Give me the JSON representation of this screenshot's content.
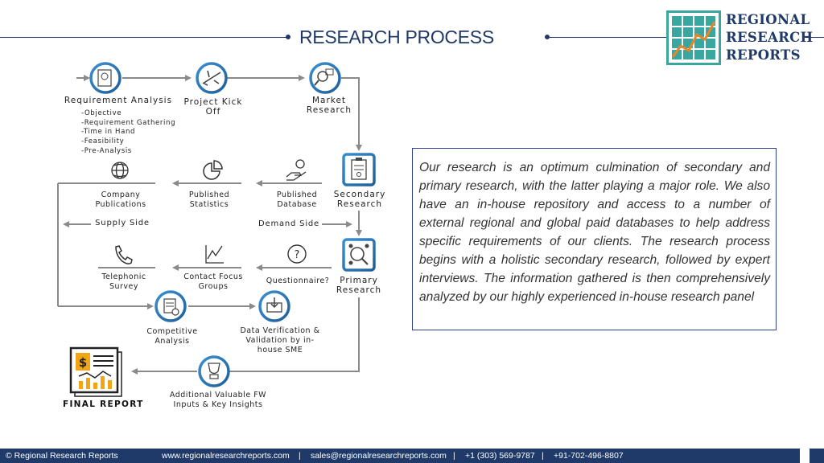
{
  "header": {
    "title": "RESEARCH PROCESS",
    "logo_lines": [
      "REGIONAL",
      "RESEARCH",
      "REPORTS"
    ]
  },
  "colors": {
    "primary": "#1f3a68",
    "icon_ring": "#2f7fc1",
    "arrow": "#8a8a8a",
    "logo_teal": "#3aa6a0",
    "logo_orange": "#e8862a"
  },
  "flow": {
    "nodes": [
      {
        "id": "requirement",
        "label": "Requirement Analysis",
        "icon": "target-document-icon"
      },
      {
        "id": "kickoff",
        "label": "Project Kick Off",
        "icon": "airplane-icon"
      },
      {
        "id": "market",
        "label": "Market Research",
        "icon": "magnifier-chart-icon"
      },
      {
        "id": "secondary",
        "label": "Secondary Research",
        "icon": "clipboard-icon"
      },
      {
        "id": "primary",
        "label": "Primary Research",
        "icon": "people-magnifier-icon"
      },
      {
        "id": "competitive",
        "label": "Competitive Analysis",
        "icon": "checklist-icon"
      },
      {
        "id": "verification",
        "label": "Data Verification & Validation by in-house SME",
        "icon": "download-box-icon"
      },
      {
        "id": "additional",
        "label": "Additional Valuable FW Inputs & Key Insights",
        "icon": "trophy-icon"
      }
    ],
    "requirement_items": [
      "-Objective",
      "-Requirement Gathering",
      "-Time in Hand",
      "-Feasibility",
      "-Pre-Analysis"
    ],
    "secondary_sources": [
      {
        "label": "Company Publications",
        "icon": "globe-icon"
      },
      {
        "label": "Published Statistics",
        "icon": "pie-chart-icon"
      },
      {
        "label": "Published Database",
        "icon": "hand-coin-icon"
      }
    ],
    "primary_sources": [
      {
        "label": "Telephonic Survey",
        "icon": "phone-icon"
      },
      {
        "label": "Contact Focus Groups",
        "icon": "line-chart-icon"
      },
      {
        "label": "Questionnaire?",
        "icon": "question-icon"
      }
    ],
    "side_labels": {
      "supply": "Supply Side",
      "demand": "Demand Side"
    },
    "final_report": "FINAL REPORT"
  },
  "info_text": "Our research is an optimum culmination of secondary and primary research, with the latter playing a major role. We also have an in-house repository and access to a number of external regional and global paid databases to help address specific requirements of our clients. The research process begins with a holistic secondary research, followed by expert interviews. The information gathered is then comprehensively analyzed by our highly experienced in-house research panel",
  "footer": {
    "copyright": "© Regional Research Reports",
    "website": "www.regionalresearchreports.com",
    "sep1": "|",
    "email": "sales@regionalresearchreports.com",
    "sep2": "|",
    "phone1": "+1 (303) 569-9787",
    "sep3": "|",
    "phone2": "+91-702-496-8807"
  }
}
